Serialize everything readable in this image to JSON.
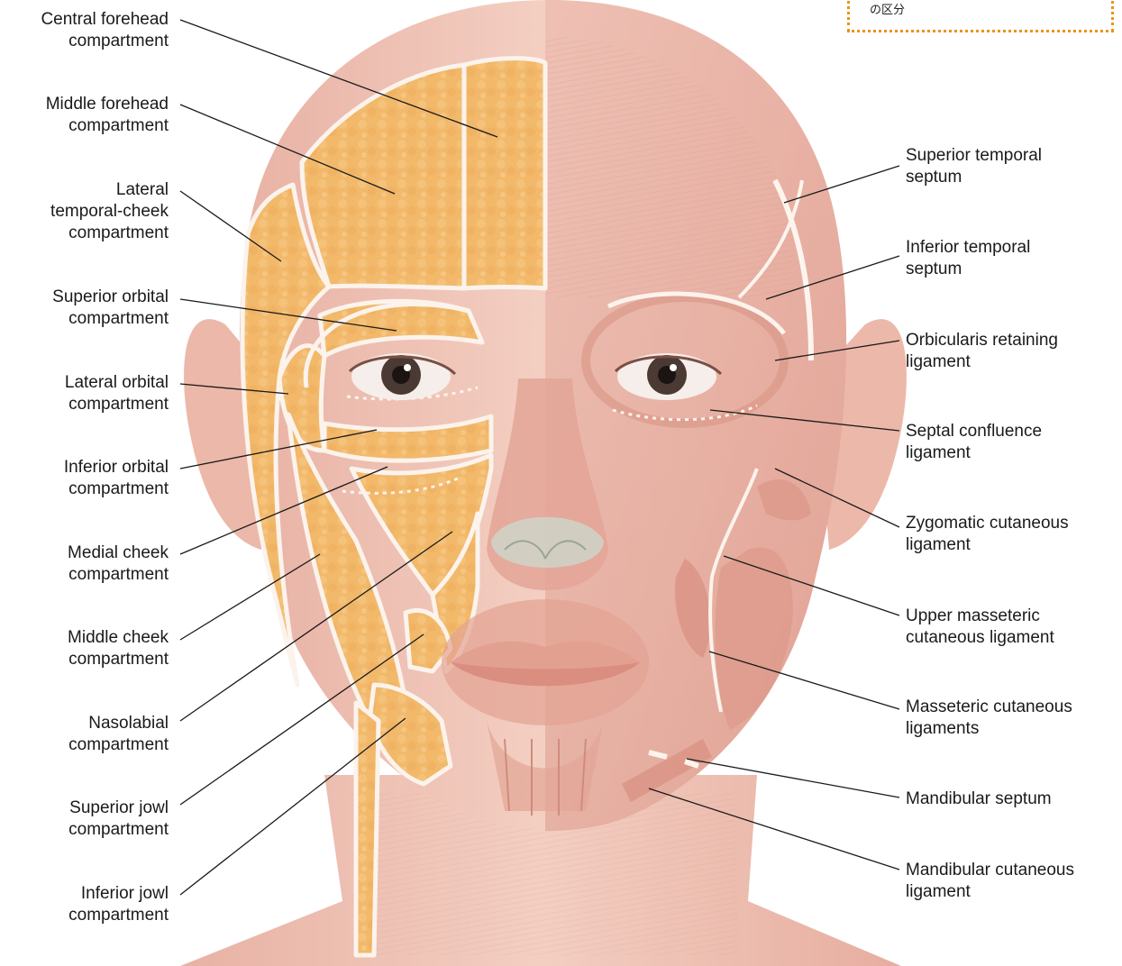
{
  "caption": "の区分",
  "left_labels": [
    {
      "lines": [
        "Central forehead",
        "compartment"
      ]
    },
    {
      "lines": [
        "Middle forehead",
        "compartment"
      ]
    },
    {
      "lines": [
        "Lateral",
        "temporal-cheek",
        "compartment"
      ]
    },
    {
      "lines": [
        "Superior orbital",
        "compartment"
      ]
    },
    {
      "lines": [
        "Lateral orbital",
        "compartment"
      ]
    },
    {
      "lines": [
        "Inferior orbital",
        "compartment"
      ]
    },
    {
      "lines": [
        "Medial cheek",
        "compartment"
      ]
    },
    {
      "lines": [
        "Middle cheek",
        "compartment"
      ]
    },
    {
      "lines": [
        "Nasolabial",
        "compartment"
      ]
    },
    {
      "lines": [
        "Superior jowl",
        "compartment"
      ]
    },
    {
      "lines": [
        "Inferior jowl",
        "compartment"
      ]
    }
  ],
  "right_labels": [
    {
      "lines": [
        "Superior temporal",
        "septum"
      ]
    },
    {
      "lines": [
        "Inferior temporal",
        "septum"
      ]
    },
    {
      "lines": [
        "Orbicularis retaining",
        "ligament"
      ]
    },
    {
      "lines": [
        "Septal confluence",
        "ligament"
      ]
    },
    {
      "lines": [
        "Zygomatic cutaneous",
        "ligament"
      ]
    },
    {
      "lines": [
        "Upper masseteric",
        "cutaneous ligament"
      ]
    },
    {
      "lines": [
        "Masseteric cutaneous",
        "ligaments"
      ]
    },
    {
      "lines": [
        "Mandibular septum"
      ]
    },
    {
      "lines": [
        "Mandibular cutaneous",
        "ligament"
      ]
    }
  ],
  "colors": {
    "skin": "#f0c3b4",
    "muscle": "#e6a89c",
    "fat_compartment": "#f2b96b",
    "ligament": "#faf2ec",
    "leader_line": "#1a1a1a",
    "caption_border": "#e8941f"
  }
}
